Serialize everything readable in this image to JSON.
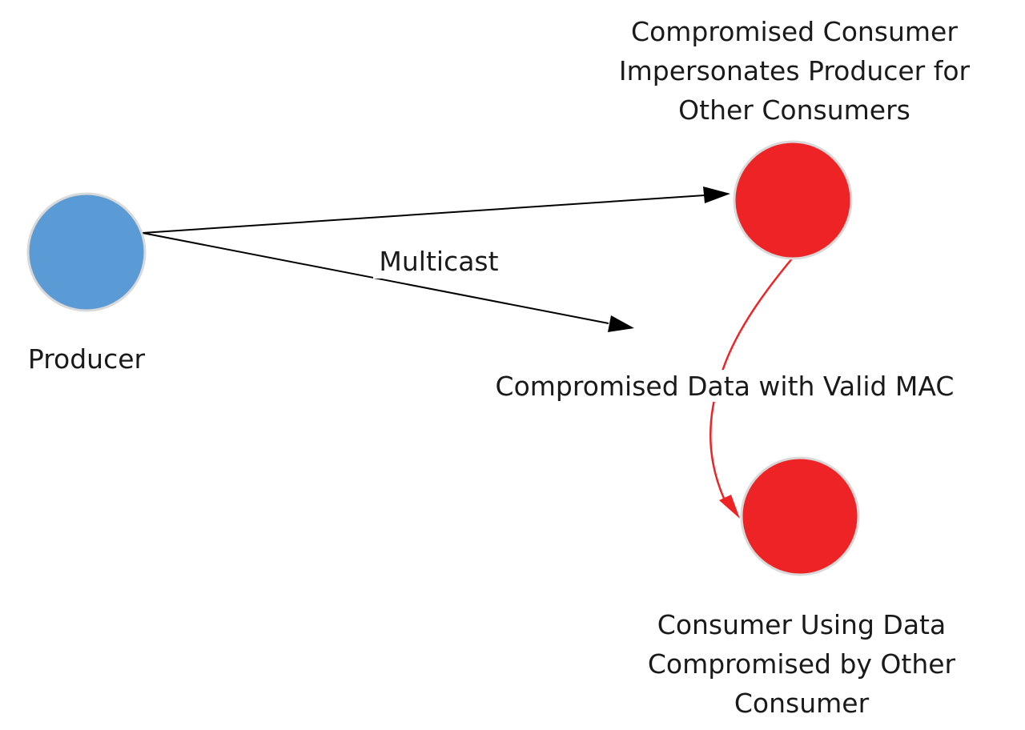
{
  "nodes": {
    "producer": {
      "label": "Producer",
      "color": "#5b9bd5"
    },
    "compromised_consumer": {
      "label_lines": [
        "Compromised Consumer",
        "Impersonates Producer for",
        "Other Consumers"
      ],
      "color": "#ee2326"
    },
    "victim_consumer": {
      "label_lines": [
        "Consumer Using Data",
        "Compromised by Other",
        "Consumer"
      ],
      "color": "#ee2326"
    }
  },
  "edges": {
    "multicast": {
      "label": "Multicast",
      "color": "#000000"
    },
    "compromised_data": {
      "label": "Compromised Data with Valid MAC",
      "color": "#ee2326"
    }
  }
}
